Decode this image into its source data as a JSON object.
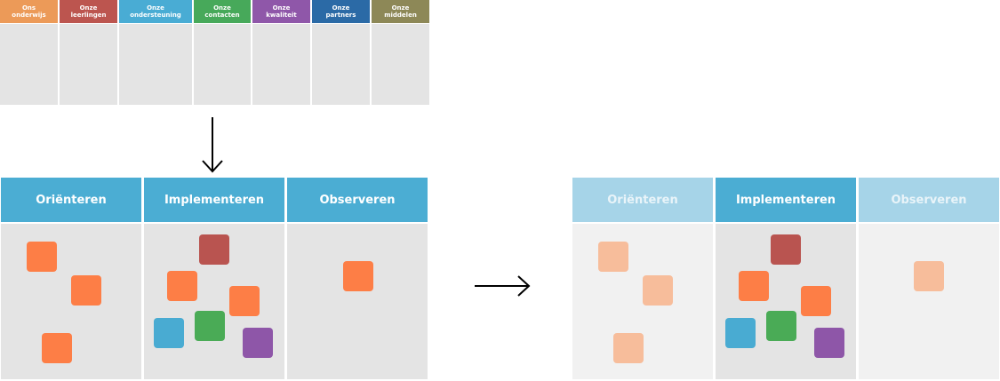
{
  "colors": {
    "column_header": "#4badd3",
    "column_header_faded": "#a6d4e8",
    "board": "#e4e4e4",
    "board_faded": "#f1f1f1",
    "orange": "#fd7e46",
    "orange_faded": "#f7bd9b",
    "red": "#b95450",
    "blue": "#49abd2",
    "green": "#4aab56",
    "purple": "#8e56a8"
  },
  "categories": [
    {
      "label": "Ons\nonderwijs",
      "color": "#ec9a58"
    },
    {
      "label": "Onze\nleerlingen",
      "color": "#bc554f"
    },
    {
      "label": "Onze\nondersteuning",
      "color": "#49acd4"
    },
    {
      "label": "Onze\ncontacten",
      "color": "#47a95a"
    },
    {
      "label": "Onze\nkwaliteit",
      "color": "#8f57a9"
    },
    {
      "label": "Onze\npartners",
      "color": "#2b6aa6"
    },
    {
      "label": "Onze\nmiddelen",
      "color": "#8d8857"
    }
  ],
  "board_left": {
    "columns": [
      "Oriënteren",
      "Implementeren",
      "Observeren"
    ]
  },
  "board_right": {
    "columns": [
      "Oriënteren",
      "Implementeren",
      "Observeren"
    ],
    "highlighted_column": "Implementeren"
  },
  "icons": {
    "arrow_down": "arrow-down-icon",
    "arrow_right": "arrow-right-icon"
  }
}
